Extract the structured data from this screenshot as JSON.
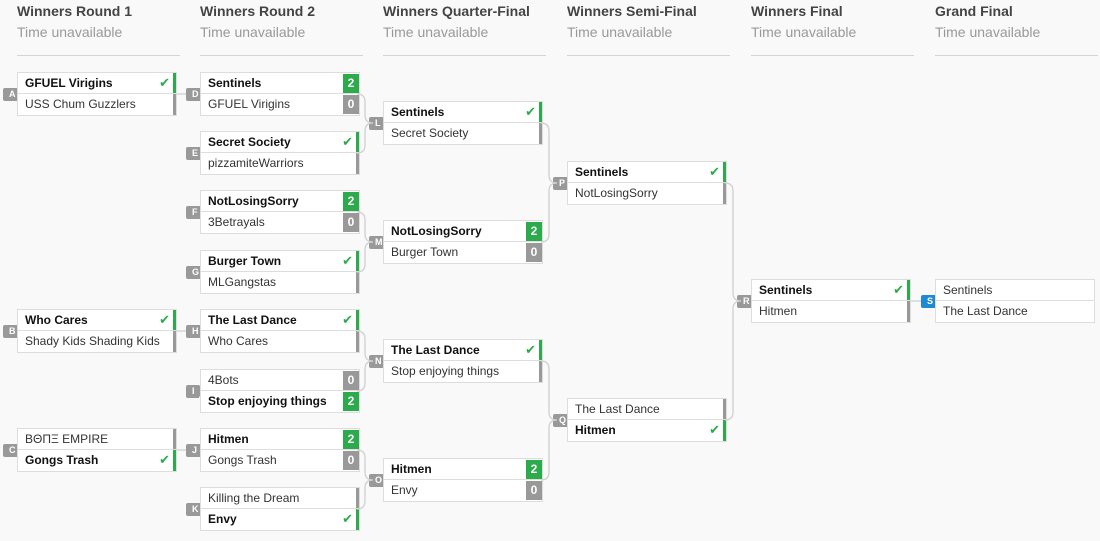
{
  "rounds": [
    {
      "title": "Winners Round 1",
      "time": "Time unavailable"
    },
    {
      "title": "Winners Round 2",
      "time": "Time unavailable"
    },
    {
      "title": "Winners Quarter-Final",
      "time": "Time unavailable"
    },
    {
      "title": "Winners Semi-Final",
      "time": "Time unavailable"
    },
    {
      "title": "Winners Final",
      "time": "Time unavailable"
    },
    {
      "title": "Grand Final",
      "time": "Time unavailable"
    }
  ],
  "matches": [
    {
      "id": "A",
      "teams": [
        {
          "name": "GFUEL Virigins",
          "win": true
        },
        {
          "name": "USS Chum Guzzlers",
          "win": false
        }
      ]
    },
    {
      "id": "B",
      "teams": [
        {
          "name": "Who Cares",
          "win": true
        },
        {
          "name": "Shady Kids Shading Kids",
          "win": false
        }
      ]
    },
    {
      "id": "C",
      "teams": [
        {
          "name": "ΒΘΠΞ EMPIRE",
          "win": false
        },
        {
          "name": "Gongs Trash",
          "win": true
        }
      ]
    },
    {
      "id": "D",
      "teams": [
        {
          "name": "Sentinels",
          "win": true,
          "score": "2"
        },
        {
          "name": "GFUEL Virigins",
          "win": false,
          "score": "0"
        }
      ]
    },
    {
      "id": "E",
      "teams": [
        {
          "name": "Secret Society",
          "win": true
        },
        {
          "name": "pizzamiteWarriors",
          "win": false
        }
      ]
    },
    {
      "id": "F",
      "teams": [
        {
          "name": "NotLosingSorry",
          "win": true,
          "score": "2"
        },
        {
          "name": "3Betrayals",
          "win": false,
          "score": "0"
        }
      ]
    },
    {
      "id": "G",
      "teams": [
        {
          "name": "Burger Town",
          "win": true
        },
        {
          "name": "MLGangstas",
          "win": false
        }
      ]
    },
    {
      "id": "H",
      "teams": [
        {
          "name": "The Last Dance",
          "win": true
        },
        {
          "name": "Who Cares",
          "win": false
        }
      ]
    },
    {
      "id": "I",
      "teams": [
        {
          "name": "4Bots",
          "win": false,
          "score": "0"
        },
        {
          "name": "Stop enjoying things",
          "win": true,
          "score": "2"
        }
      ]
    },
    {
      "id": "J",
      "teams": [
        {
          "name": "Hitmen",
          "win": true,
          "score": "2"
        },
        {
          "name": "Gongs Trash",
          "win": false,
          "score": "0"
        }
      ]
    },
    {
      "id": "K",
      "teams": [
        {
          "name": "Killing the Dream",
          "win": false
        },
        {
          "name": "Envy",
          "win": true
        }
      ]
    },
    {
      "id": "L",
      "teams": [
        {
          "name": "Sentinels",
          "win": true
        },
        {
          "name": "Secret Society",
          "win": false
        }
      ]
    },
    {
      "id": "M",
      "teams": [
        {
          "name": "NotLosingSorry",
          "win": true,
          "score": "2"
        },
        {
          "name": "Burger Town",
          "win": false,
          "score": "0"
        }
      ]
    },
    {
      "id": "N",
      "teams": [
        {
          "name": "The Last Dance",
          "win": true
        },
        {
          "name": "Stop enjoying things",
          "win": false
        }
      ]
    },
    {
      "id": "O",
      "teams": [
        {
          "name": "Hitmen",
          "win": true,
          "score": "2"
        },
        {
          "name": "Envy",
          "win": false,
          "score": "0"
        }
      ]
    },
    {
      "id": "P",
      "teams": [
        {
          "name": "Sentinels",
          "win": true
        },
        {
          "name": "NotLosingSorry",
          "win": false
        }
      ]
    },
    {
      "id": "Q",
      "teams": [
        {
          "name": "The Last Dance",
          "win": false
        },
        {
          "name": "Hitmen",
          "win": true
        }
      ]
    },
    {
      "id": "R",
      "teams": [
        {
          "name": "Sentinels",
          "win": true
        },
        {
          "name": "Hitmen",
          "win": false
        }
      ]
    },
    {
      "id": "S",
      "final": true,
      "teams": [
        {
          "name": "Sentinels",
          "win": false,
          "plain": true
        },
        {
          "name": "The Last Dance",
          "win": false,
          "plain": true
        }
      ]
    }
  ]
}
